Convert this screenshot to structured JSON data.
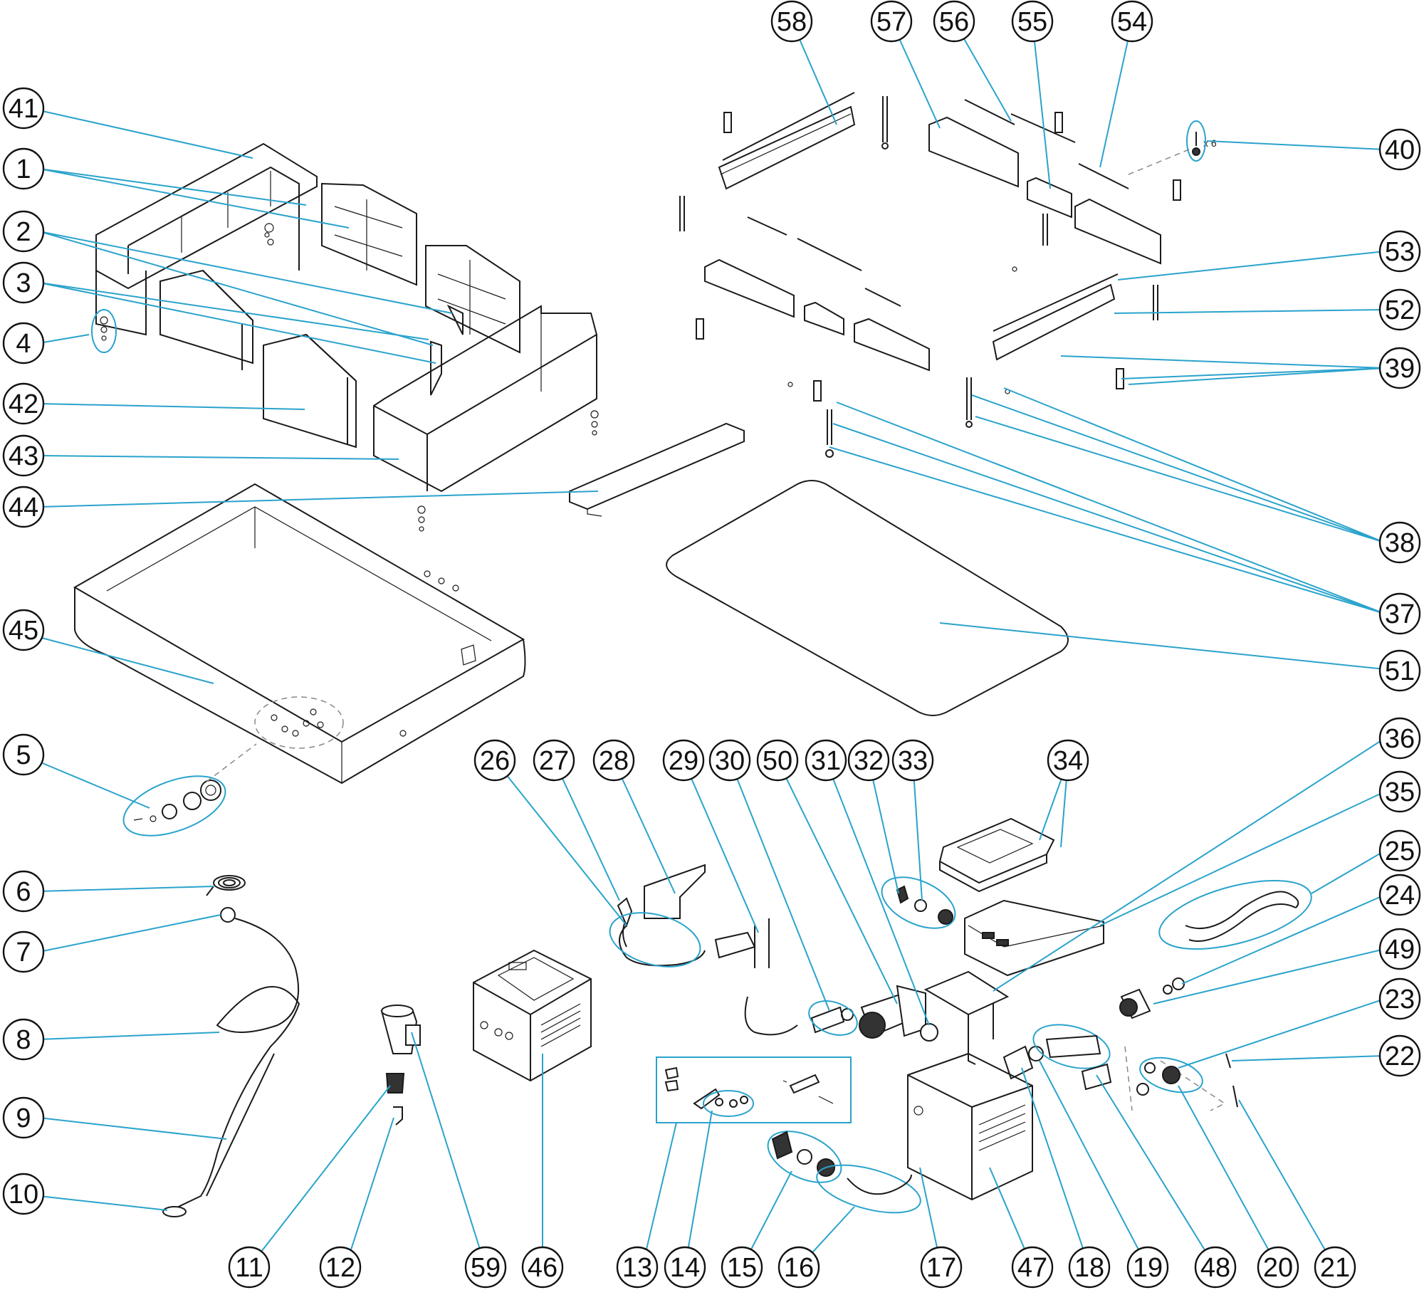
{
  "callouts": [
    {
      "id": "1",
      "label": "1"
    },
    {
      "id": "2",
      "label": "2"
    },
    {
      "id": "3",
      "label": "3"
    },
    {
      "id": "4",
      "label": "4"
    },
    {
      "id": "5",
      "label": "5"
    },
    {
      "id": "6",
      "label": "6"
    },
    {
      "id": "7",
      "label": "7"
    },
    {
      "id": "8",
      "label": "8"
    },
    {
      "id": "9",
      "label": "9"
    },
    {
      "id": "10",
      "label": "10"
    },
    {
      "id": "11",
      "label": "11"
    },
    {
      "id": "12",
      "label": "12"
    },
    {
      "id": "13",
      "label": "13"
    },
    {
      "id": "14",
      "label": "14"
    },
    {
      "id": "15",
      "label": "15"
    },
    {
      "id": "16",
      "label": "16"
    },
    {
      "id": "17",
      "label": "17"
    },
    {
      "id": "18",
      "label": "18"
    },
    {
      "id": "19",
      "label": "19"
    },
    {
      "id": "20",
      "label": "20"
    },
    {
      "id": "21",
      "label": "21"
    },
    {
      "id": "22",
      "label": "22"
    },
    {
      "id": "23",
      "label": "23"
    },
    {
      "id": "24",
      "label": "24"
    },
    {
      "id": "25",
      "label": "25"
    },
    {
      "id": "26",
      "label": "26"
    },
    {
      "id": "27",
      "label": "27"
    },
    {
      "id": "28",
      "label": "28"
    },
    {
      "id": "29",
      "label": "29"
    },
    {
      "id": "30",
      "label": "30"
    },
    {
      "id": "31",
      "label": "31"
    },
    {
      "id": "32",
      "label": "32"
    },
    {
      "id": "33",
      "label": "33"
    },
    {
      "id": "34",
      "label": "34"
    },
    {
      "id": "35",
      "label": "35"
    },
    {
      "id": "36",
      "label": "36"
    },
    {
      "id": "37",
      "label": "37"
    },
    {
      "id": "38",
      "label": "38"
    },
    {
      "id": "39",
      "label": "39"
    },
    {
      "id": "40",
      "label": "40"
    },
    {
      "id": "41",
      "label": "41"
    },
    {
      "id": "42",
      "label": "42"
    },
    {
      "id": "43",
      "label": "43"
    },
    {
      "id": "44",
      "label": "44"
    },
    {
      "id": "45",
      "label": "45"
    },
    {
      "id": "46",
      "label": "46"
    },
    {
      "id": "47",
      "label": "47"
    },
    {
      "id": "48",
      "label": "48"
    },
    {
      "id": "49",
      "label": "49"
    },
    {
      "id": "50",
      "label": "50"
    },
    {
      "id": "51",
      "label": "51"
    },
    {
      "id": "52",
      "label": "52"
    },
    {
      "id": "53",
      "label": "53"
    },
    {
      "id": "54",
      "label": "54"
    },
    {
      "id": "55",
      "label": "55"
    },
    {
      "id": "56",
      "label": "56"
    },
    {
      "id": "57",
      "label": "57"
    },
    {
      "id": "58",
      "label": "58"
    },
    {
      "id": "59",
      "label": "59"
    }
  ],
  "annotations": {
    "bolt_multiplier": "x 6"
  },
  "colors": {
    "leader": "#2aa3cc",
    "outline": "#1a1a1a",
    "background": "#ffffff"
  }
}
